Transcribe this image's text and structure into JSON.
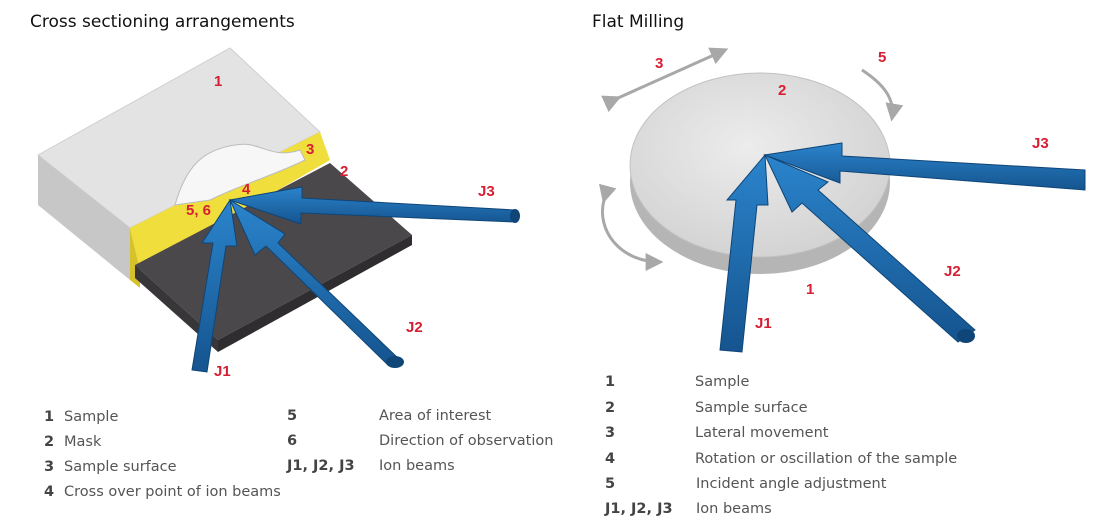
{
  "left": {
    "title": "Cross sectioning arrangements",
    "labels": {
      "n1": "1",
      "n2": "2",
      "n3": "3",
      "n4": "4",
      "n56": "5, 6",
      "j1": "J1",
      "j2": "J2",
      "j3": "J3"
    },
    "legend_col1": [
      {
        "key": "1",
        "text": "Sample"
      },
      {
        "key": "2",
        "text": "Mask"
      },
      {
        "key": "3",
        "text": "Sample surface"
      },
      {
        "key": "4",
        "text": "Cross over point of ion beams"
      }
    ],
    "legend_col2": [
      {
        "key": "5",
        "text": "Area of interest"
      },
      {
        "key": "6",
        "text": "Direction of observation"
      },
      {
        "key": "J1, J2, J3",
        "text": "Ion beams"
      }
    ]
  },
  "right": {
    "title": "Flat Milling",
    "labels": {
      "n1": "1",
      "n2": "2",
      "n3": "3",
      "n5": "5",
      "j1": "J1",
      "j2": "J2",
      "j3": "J3"
    },
    "legend": [
      {
        "key": "1",
        "text": "Sample"
      },
      {
        "key": "2",
        "text": "Sample surface"
      },
      {
        "key": "3",
        "text": "Lateral movement"
      },
      {
        "key": "4",
        "text": "Rotation or oscillation of the sample"
      },
      {
        "key": "5",
        "text": "Incident angle adjustment"
      },
      {
        "key": "J1, J2, J3",
        "text": "Ion beams"
      }
    ]
  },
  "colors": {
    "label_red": "#d71e32",
    "beam_blue": "#1f6fb5",
    "mask_yellow": "#f2e24a",
    "mask_dark": "#4a474a",
    "sample_light": "#e5e5e5"
  }
}
